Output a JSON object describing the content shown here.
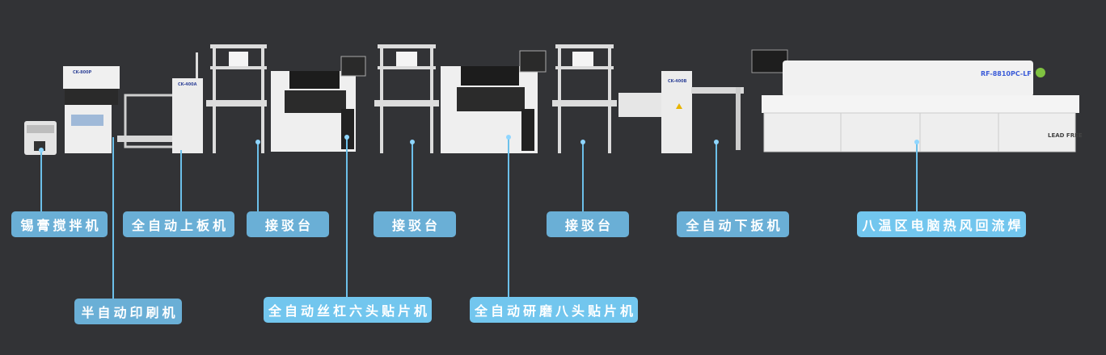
{
  "machines": {
    "printer_model": "CK-800P",
    "loader_model": "CK-400A",
    "unloader_model": "CK-400B",
    "reflow_model": "RF-8810PC-LF",
    "reflow_badge": "LEAD FREE"
  },
  "labels": [
    {
      "text": "锡膏搅拌机"
    },
    {
      "text": "全自动上板机"
    },
    {
      "text": "接驳台"
    },
    {
      "text": "接驳台"
    },
    {
      "text": "接驳台"
    },
    {
      "text": "全自动下扳机"
    },
    {
      "text": "八温区电脑热风回流焊"
    },
    {
      "text": "半自动印刷机"
    },
    {
      "text": "全自动丝杠六头贴片机"
    },
    {
      "text": "全自动研磨八头贴片机"
    }
  ],
  "colors": {
    "background": "#323336",
    "label": "#6aafd6",
    "label_bright": "#72c6ee",
    "connector": "#6cc0ea"
  }
}
